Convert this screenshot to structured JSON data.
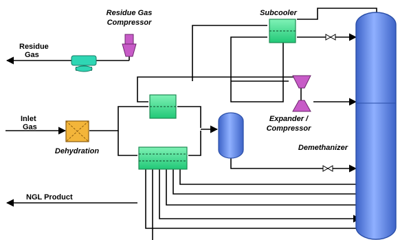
{
  "labels": {
    "residue_gas_compressor_line1": "Residue Gas",
    "residue_gas_compressor_line2": "Compressor",
    "residue_gas_line1": "Residue",
    "residue_gas_line2": "Gas",
    "inlet_gas_line1": "Inlet",
    "inlet_gas_line2": "Gas",
    "dehydration": "Dehydration",
    "subcooler": "Subcooler",
    "expander_line1": "Expander /",
    "expander_line2": "Compressor",
    "demethanizer": "Demethanizer",
    "ngl_product": "NGL Product"
  },
  "colors": {
    "exchanger_fill": "#35e08a",
    "exchanger_stroke": "#1c8a52",
    "vessel_fill": "#5b86e6",
    "vessel_stroke": "#2b4fa8",
    "machine_fill": "#c75bc7",
    "dehydration_fill": "#f3b53a",
    "cooler_fill": "#2fd6b4"
  }
}
